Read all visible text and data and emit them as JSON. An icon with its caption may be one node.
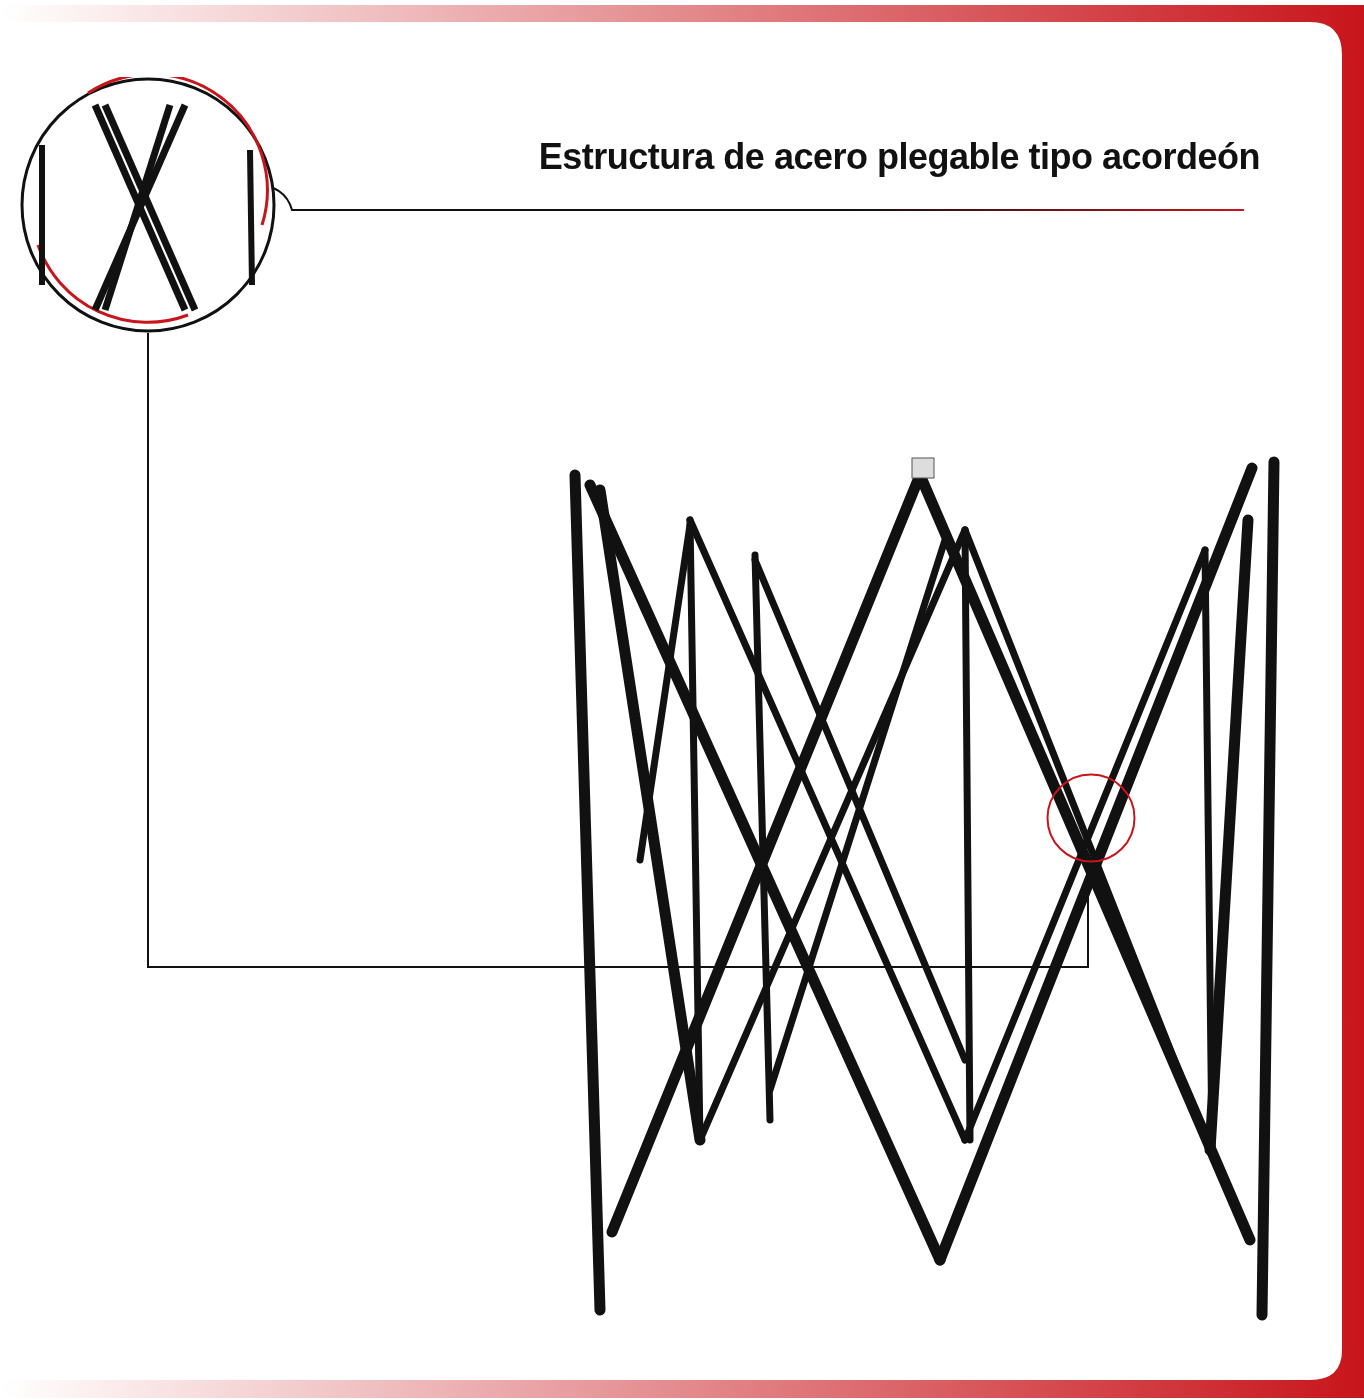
{
  "diagram": {
    "title": "Estructura de acero plegable tipo acordeón",
    "nodes": [
      {
        "text": [],
        "shape": "picture"
      },
      {
        "text": [],
        "shape": "circle"
      }
    ],
    "edges": [
      {
        "from": 0,
        "to": 1,
        "arrow": "none"
      }
    ]
  }
}
